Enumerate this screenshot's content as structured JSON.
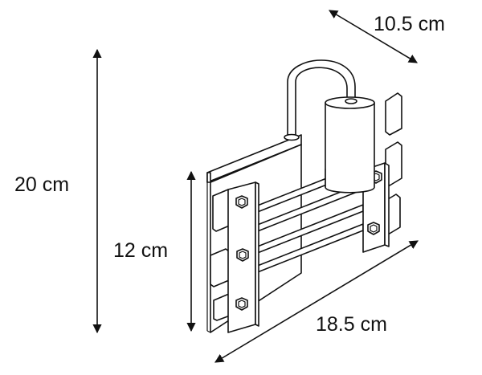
{
  "dimensions": {
    "depth": "10.5 cm",
    "height": "20 cm",
    "plate_height": "12 cm",
    "width": "18.5 cm"
  }
}
